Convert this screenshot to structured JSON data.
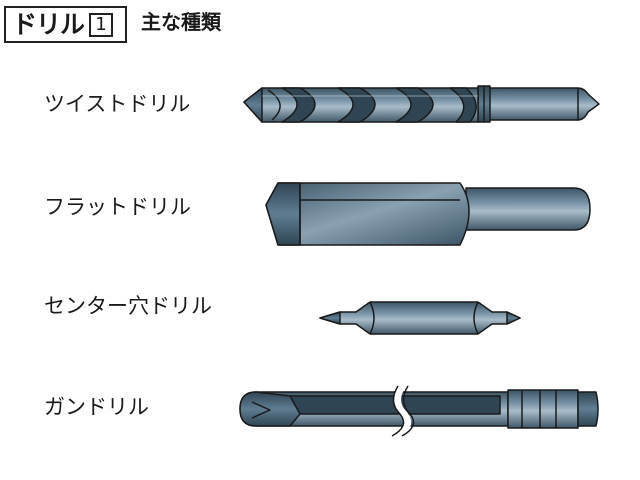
{
  "header": {
    "title": "ドリル",
    "badge": "1",
    "subtitle": "主な種類"
  },
  "drills": [
    {
      "label": "ツイストドリル",
      "icon": "twist-drill-icon"
    },
    {
      "label": "フラットドリル",
      "icon": "flat-drill-icon"
    },
    {
      "label": "センター穴ドリル",
      "icon": "center-drill-icon"
    },
    {
      "label": "ガンドリル",
      "icon": "gun-drill-icon"
    }
  ],
  "colors": {
    "steel": "#5f7d92",
    "steel_dark": "#3c5566",
    "steel_light": "#a9bcc9",
    "outline": "#1a1a1a"
  }
}
